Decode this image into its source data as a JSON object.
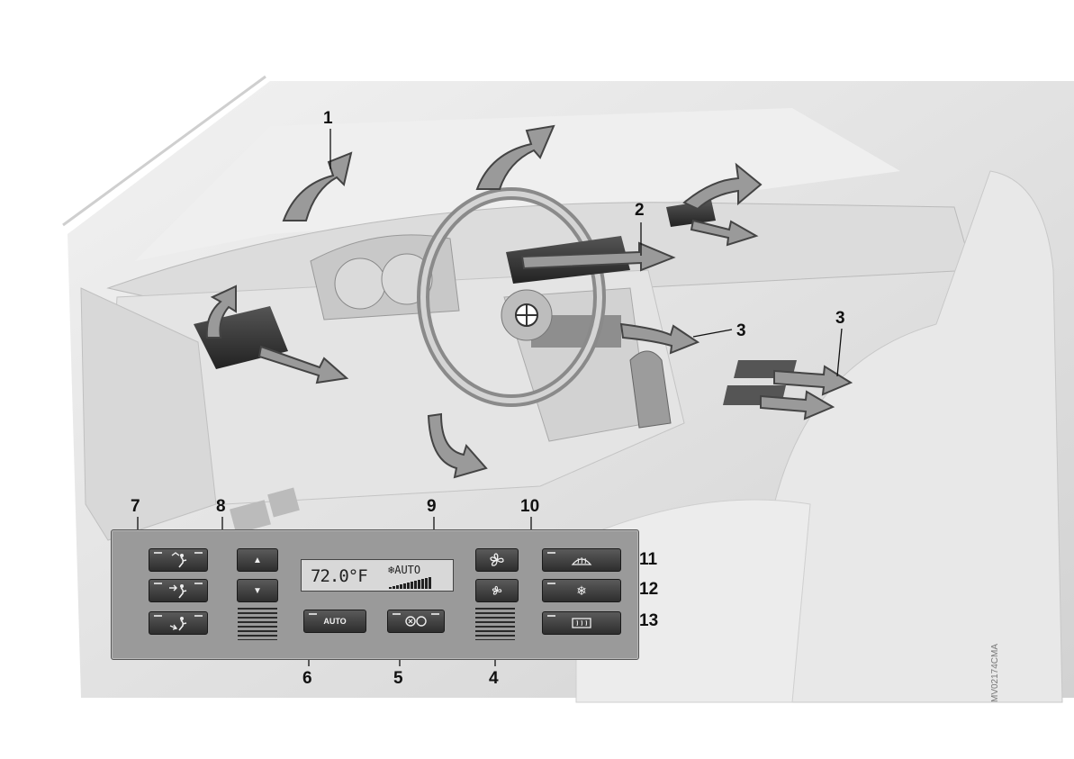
{
  "callouts": {
    "c1": "1",
    "c2": "2",
    "c3a": "3",
    "c3b": "3",
    "c4": "4",
    "c5": "5",
    "c6": "6",
    "c7": "7",
    "c8": "8",
    "c9": "9",
    "c10": "10",
    "c11": "11",
    "c12": "12",
    "c13": "13"
  },
  "panel": {
    "display_temp": "72.0°F",
    "display_mode": "❄AUTO",
    "blower_bar_levels": [
      2,
      3,
      4,
      5,
      6,
      7,
      8,
      9,
      10,
      11,
      12,
      13
    ],
    "auto_label": "AUTO",
    "up_arrow": "▲",
    "down_arrow": "▼"
  },
  "watermark": "MV02174CMA",
  "colors": {
    "arrow_fill": "#9a9a9a",
    "arrow_stroke": "#444444",
    "panel_bg": "#9a9a9a",
    "button_bg": "#3a3a3a"
  },
  "icons": {
    "air_upper_body": "air-upper-body-icon",
    "air_body": "air-body-icon",
    "air_footwell": "air-footwell-icon",
    "air_volume_high": "fan-high-icon",
    "air_volume_low": "fan-low-icon",
    "recirculation": "recirculation-icon",
    "defrost": "defrost-icon",
    "cooling": "snowflake-icon",
    "rear_window_defroster": "rear-defroster-icon"
  }
}
